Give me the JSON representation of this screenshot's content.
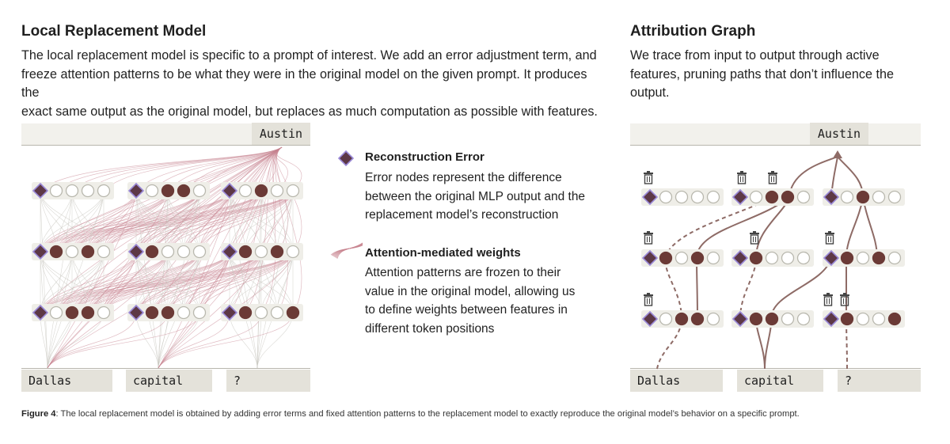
{
  "left": {
    "title": "Local Replacement Model",
    "body": [
      "The local replacement model is specific to a prompt of interest. We add an error adjustment term, and",
      "freeze attention patterns to be what they were in the original model on the given prompt. It produces the",
      "exact same output as the original model, but replaces as much computation as possible with features."
    ],
    "output_token": "Austin",
    "input_tokens": [
      "Dallas",
      "capital",
      "?"
    ]
  },
  "right": {
    "title": "Attribution Graph",
    "body": [
      "We trace from input to output through active",
      "features, pruning paths that don’t influence the",
      "output."
    ],
    "output_token": "Austin",
    "input_tokens": [
      "Dallas",
      "capital",
      "?"
    ]
  },
  "legend": {
    "error_title": "Reconstruction Error",
    "error_text": [
      "Error nodes represent the difference",
      "between the original MLP output and the",
      "replacement model’s reconstruction"
    ],
    "attn_title": "Attention-mediated weights",
    "attn_text": [
      "Attention patterns are frozen to their",
      "value in the original model, allowing us",
      "to define weights between features in",
      "different token positions"
    ]
  },
  "caption": {
    "label": "Figure 4",
    "text": ": The local replacement model is obtained by adding error terms and fixed attention patterns to the replacement model to exactly reproduce the original model’s behavior on a specific prompt."
  },
  "colors": {
    "active": "#6b3a36",
    "error_fill": "#5c3846",
    "error_stroke": "#9b8ad8",
    "inactive_stroke": "#b9b8ae",
    "attention_lines": "#c7838f",
    "path_lines": "#8e6b66"
  },
  "diagram": {
    "left_activations": [
      [
        [
          0,
          0,
          0,
          0
        ],
        [
          0,
          1,
          1,
          0
        ],
        [
          0,
          1,
          0,
          0
        ]
      ],
      [
        [
          1,
          0,
          1,
          0
        ],
        [
          1,
          0,
          0,
          0
        ],
        [
          1,
          0,
          1,
          0
        ]
      ],
      [
        [
          0,
          1,
          1,
          0
        ],
        [
          1,
          1,
          0,
          0
        ],
        [
          1,
          0,
          0,
          1
        ]
      ]
    ],
    "right_activations": [
      [
        [
          0,
          0,
          0,
          0
        ],
        [
          0,
          1,
          1,
          0
        ],
        [
          0,
          1,
          0,
          0
        ]
      ],
      [
        [
          1,
          0,
          1,
          0
        ],
        [
          1,
          0,
          0,
          0
        ],
        [
          1,
          0,
          1,
          0
        ]
      ],
      [
        [
          0,
          1,
          1,
          0
        ],
        [
          1,
          1,
          0,
          0
        ],
        [
          1,
          0,
          0,
          1
        ]
      ]
    ],
    "icons": {
      "trash": "trash-icon",
      "error_node": "diamond-error-node-icon",
      "feature_node": "circle-feature-node-icon"
    }
  }
}
